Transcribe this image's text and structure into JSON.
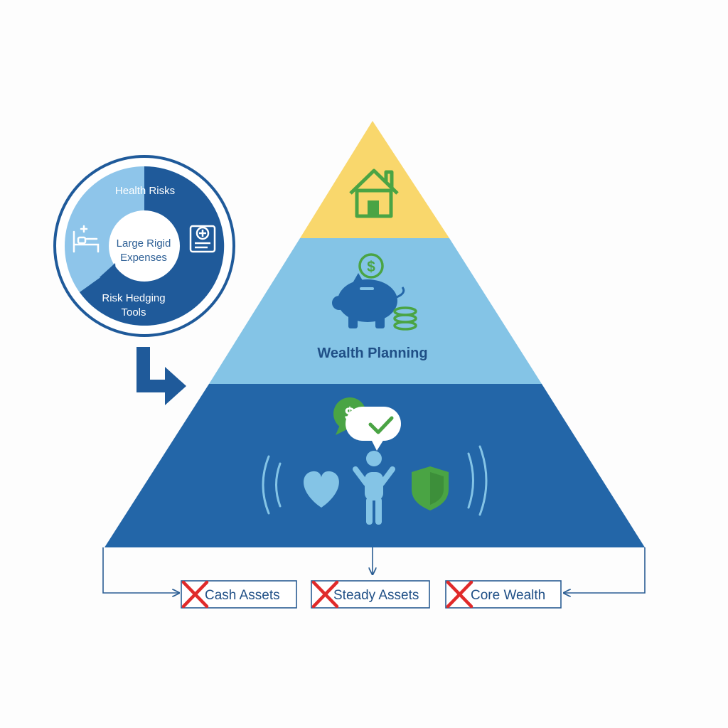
{
  "colors": {
    "top_tier": "#f9d76c",
    "middle_tier": "#84c4e6",
    "base_tier": "#2366a8",
    "dark_blue": "#1f5a9a",
    "light_blue": "#8ec5ea",
    "accent_green": "#4aa444",
    "cross_red": "#e02a2a"
  },
  "risk_circle": {
    "health_label": "Health Risks",
    "center_line1": "Large Rigid",
    "center_line2": "Expenses",
    "hedging_line1": "Risk Hedging",
    "hedging_line2": "Tools"
  },
  "pyramid": {
    "top_icon": "house-icon",
    "middle_label": "Wealth Planning",
    "middle_icons": [
      "piggy-bank-icon",
      "dollar-coin-icon",
      "coin-stack-icon"
    ],
    "base_icons": [
      "dollar-bubble-icon",
      "check-bubble-icon",
      "heart-icon",
      "person-icon",
      "shield-icon"
    ]
  },
  "outcomes": [
    {
      "label": "Cash Assets"
    },
    {
      "label": "Steady Assets"
    },
    {
      "label": "Core Wealth"
    }
  ]
}
